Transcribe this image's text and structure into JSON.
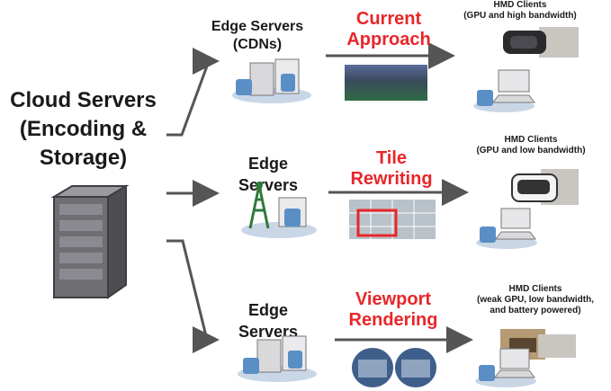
{
  "cloud": {
    "title_lines": [
      "Cloud Servers",
      "(Encoding &",
      "Storage)"
    ]
  },
  "rows": [
    {
      "edge_label": [
        "Edge Servers",
        "(CDNs)"
      ],
      "approach": [
        "Current",
        "Approach"
      ],
      "client_title": [
        "HMD Clients",
        "(GPU and high bandwidth)"
      ]
    },
    {
      "edge_label": [
        "Edge",
        "Servers"
      ],
      "approach": [
        "Tile",
        "Rewriting"
      ],
      "client_title": [
        "HMD Clients",
        "(GPU and low bandwidth)"
      ]
    },
    {
      "edge_label": [
        "Edge",
        "Servers"
      ],
      "approach": [
        "Viewport",
        "Rendering"
      ],
      "client_title": [
        "HMD Clients",
        "(weak GPU, low bandwidth,",
        "and battery powered)"
      ]
    }
  ],
  "colors": {
    "accent_red": "#e8262a",
    "arrow": "#555555",
    "server_gray": "#6f6f73",
    "db_blue": "#5a8fc6"
  },
  "icons": [
    "server-rack-icon",
    "edge-server-icon",
    "cell-tower-icon",
    "vr-headset-icon",
    "laptop-icon",
    "panorama-frame-icon",
    "tile-grid-icon",
    "viewport-pair-icon",
    "arrow-icon"
  ]
}
